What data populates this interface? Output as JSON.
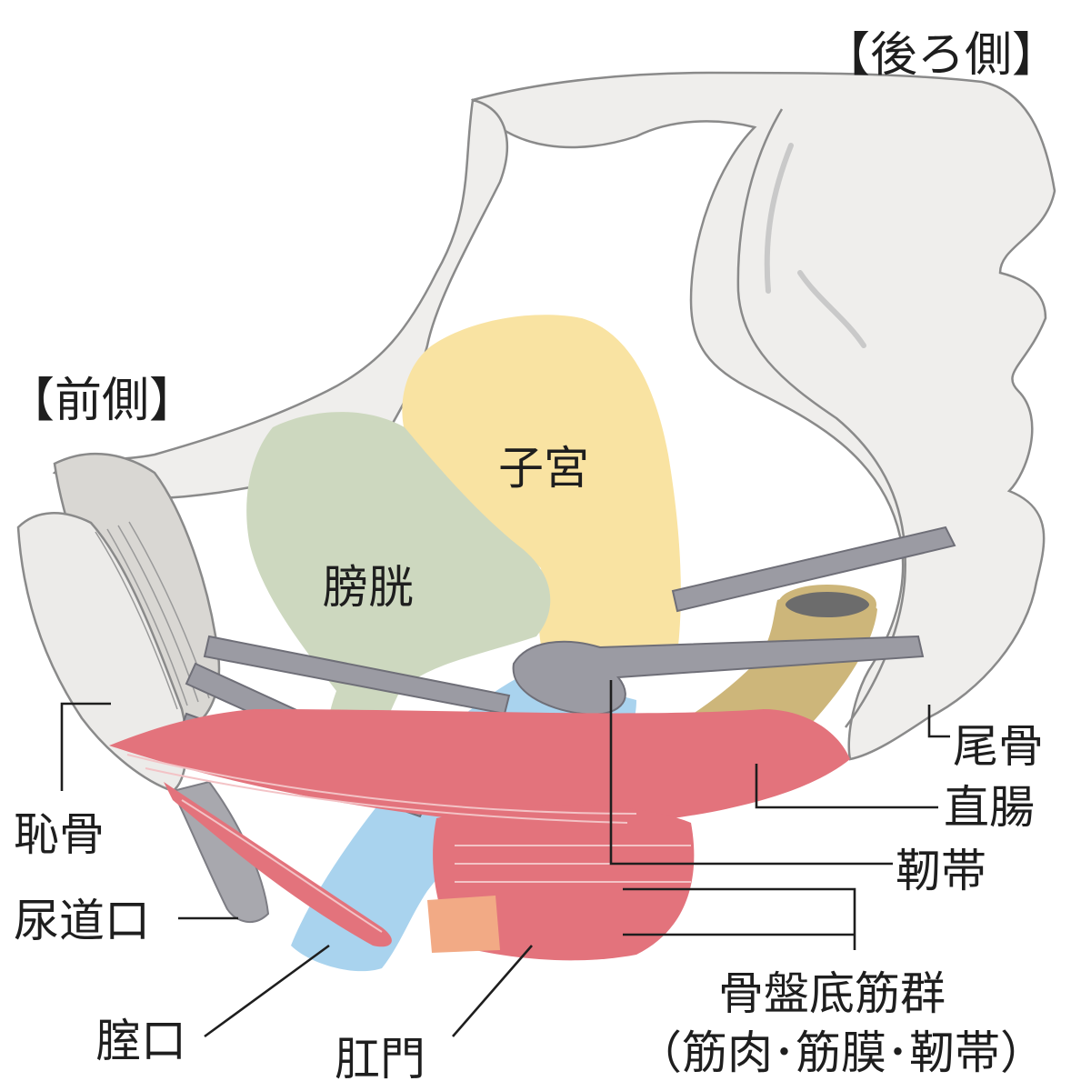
{
  "orientation": {
    "back": "【後ろ側】",
    "front": "【前側】"
  },
  "labels": {
    "uterus": "子宮",
    "bladder": "膀胱",
    "coccyx": "尾骨",
    "rectum": "直腸",
    "ligament": "靭帯",
    "pubis": "恥骨",
    "urethral_opening": "尿道口",
    "pelvic_floor_line1": "骨盤底筋群",
    "pelvic_floor_line2": "（筋肉･筋膜･靭帯）",
    "vaginal_opening": "腟口",
    "anus": "肛門"
  },
  "colors": {
    "bone": "#efeeec",
    "bone_outline": "#8a8a8a",
    "bladder": "#cdd8bf",
    "uterus": "#f9e3a2",
    "rectum": "#cdb67a",
    "vagina": "#a9d3ee",
    "muscle": "#e3737c",
    "muscle_light": "#eea0a5",
    "ligament": "#9b9ba3",
    "sphincter": "#f2aa85"
  }
}
